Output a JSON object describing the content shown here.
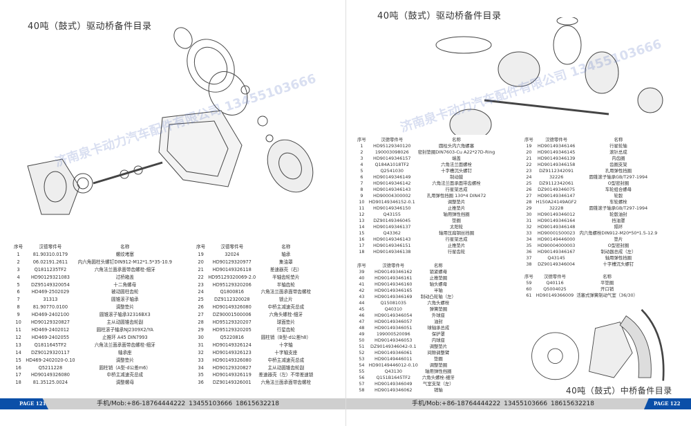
{
  "left_page": {
    "title": "40吨（鼓式）驱动桥备件目录",
    "headers": [
      "序号",
      "汉德零件号",
      "名称"
    ],
    "table_a": [
      [
        "1",
        "81.90310.0179",
        "螺纹堵塞"
      ],
      [
        "2",
        "06.02191.2611",
        "内六角圆柱头螺钉DIN912-M12*1.5*35-10.9"
      ],
      [
        "3",
        "Q1811235TF2",
        "六角法兰面承面带齿螺栓-细牙"
      ],
      [
        "4",
        "HD90129321083",
        "过桥箱盖"
      ],
      [
        "5",
        "DZ95149320054",
        "十二角螺母"
      ],
      [
        "6",
        "HD469-2502029",
        "被动圆柱齿轮"
      ],
      [
        "7",
        "31313",
        "圆锥滚子轴承"
      ],
      [
        "8",
        "81.90770.0100",
        "调整垫片"
      ],
      [
        "9",
        "HD469-2402100",
        "圆锥滚子轴承32316BX3"
      ],
      [
        "10",
        "HD90129320827",
        "主从动圆锥齿轮副"
      ],
      [
        "11",
        "HD469-2402012",
        "圆柱滚子轴承NJ2309X2/YA"
      ],
      [
        "12",
        "HD469-2402055",
        "止推环 A45 DIN7993"
      ],
      [
        "13",
        "Q1811645TF2",
        "六角法兰面承面带齿螺栓-细牙"
      ],
      [
        "14",
        "DZ90129320117",
        "轴承座"
      ],
      [
        "15",
        "HD469-2402020-0.10",
        "调整垫片"
      ],
      [
        "16",
        "Q5211228",
        "圆柱销（A型-d公差m6）"
      ],
      [
        "17",
        "HD90149326080",
        "中桥主减速壳总成"
      ],
      [
        "18",
        "81.35125.0024",
        "调整螺母"
      ]
    ],
    "table_b": [
      [
        "19",
        "32024",
        "轴承"
      ],
      [
        "20",
        "HD90129320977",
        "集油罩"
      ],
      [
        "21",
        "HD90149326118",
        "差速器壳（右）"
      ],
      [
        "22",
        "HD95129320069-2.0",
        "半轴齿轮垫片"
      ],
      [
        "23",
        "HD95129320206",
        "半轴齿轮"
      ],
      [
        "24",
        "Q1800816",
        "六角法兰面承面带齿螺栓"
      ],
      [
        "25",
        "DZ9112320028",
        "锁止片"
      ],
      [
        "26",
        "HD90149326080",
        "中桥主减速壳总成"
      ],
      [
        "27",
        "DZ90001500006",
        "六角头螺栓-细牙"
      ],
      [
        "28",
        "HD95129320207",
        "球面垫片"
      ],
      [
        "29",
        "HD95129320205",
        "行星齿轮"
      ],
      [
        "30",
        "Q5220816",
        "圆柱销（B型-d公差h8）"
      ],
      [
        "31",
        "HD90149326124",
        "十字轴"
      ],
      [
        "32",
        "HD90149326123",
        "十字轴支座"
      ],
      [
        "33",
        "HD90149326080",
        "中桥主减速壳总成"
      ],
      [
        "34",
        "HD90129320827",
        "主从动圆锥齿轮副"
      ],
      [
        "35",
        "HD90149326119",
        "差速器壳（左）不带差速锁"
      ],
      [
        "36",
        "DZ90149326001",
        "六角法兰面承面带齿螺栓"
      ]
    ],
    "page_label": "PAGE 121",
    "mobile": "手机/Mob:+86-18764444222   13455103666   18615632218"
  },
  "right_page": {
    "title": "40吨（鼓式）驱动桥备件目录",
    "bottom_title": "40吨（鼓式）中桥备件目录",
    "headers": [
      "序号",
      "汉德零件号",
      "名称"
    ],
    "table_a": [
      [
        "1",
        "HD95129340120",
        "圆柱头内六角螺塞"
      ],
      [
        "2",
        "190003098026",
        "密封垫圈DIN7603-Cu A22*27D-Ring"
      ],
      [
        "3",
        "HD90149346157",
        "端盖"
      ],
      [
        "4",
        "Q184A1018TF2",
        "六角法兰面螺栓"
      ],
      [
        "5",
        "Q2541030",
        "十字槽沉头螺钉"
      ],
      [
        "6",
        "HD90149346149",
        "制动鼓"
      ],
      [
        "7",
        "HD90149346142",
        "六角法兰面承面带齿螺栓"
      ],
      [
        "8",
        "HD90149346143",
        "行星架总成"
      ],
      [
        "9",
        "HD90004300002",
        "孔用弹性挡圈 130*4 DIN472"
      ],
      [
        "10",
        "HD90149346152-0.1",
        "调整垫片"
      ],
      [
        "11",
        "HD90149346150",
        "止推垫片"
      ],
      [
        "12",
        "Q43155",
        "轴用弹性挡圈"
      ],
      [
        "13",
        "DZ90149346045",
        "垫圈"
      ],
      [
        "14",
        "HD90149346137",
        "太阳轮"
      ],
      [
        "15",
        "Q43362",
        "轴用压扁钢丝挡圈"
      ],
      [
        "16",
        "HD90149346143",
        "行星架总成"
      ],
      [
        "17",
        "HD90149346151",
        "止推垫片"
      ],
      [
        "18",
        "HD90149346138",
        "行星齿轮"
      ]
    ],
    "table_b": [
      [
        "19",
        "HD90149346146",
        "行星轮轴"
      ],
      [
        "20",
        "HD90149346145",
        "滚针总成"
      ],
      [
        "21",
        "HD90149346139",
        "内齿圈"
      ],
      [
        "22",
        "HD90149346158",
        "齿圈支架"
      ],
      [
        "23",
        "DZ9112342091",
        "孔用弹性挡圈"
      ],
      [
        "24",
        "32226",
        "圆锥滚子轴承GB/T297-1994"
      ],
      [
        "25",
        "DZ9112342061",
        "O型密封圈"
      ],
      [
        "26",
        "DZ90149346075",
        "车轮组合螺母"
      ],
      [
        "27",
        "HD90149346147",
        "轮毂"
      ],
      [
        "28",
        "H150A24149AGF2",
        "车轮螺栓"
      ],
      [
        "29",
        "32228",
        "圆锥滚子轴承GB/T297-1994"
      ],
      [
        "30",
        "HD90149346012",
        "轮毂油封"
      ],
      [
        "31",
        "HD90149346164",
        "挡油罩"
      ],
      [
        "32",
        "HD90149346148",
        "隔环"
      ],
      [
        "33",
        "HD90001500023",
        "内六角螺栓DIN912-M20*50*1.5-12.9"
      ],
      [
        "34",
        "HD90149446000",
        "垫片"
      ],
      [
        "35",
        "HD90004000003",
        "O型密封圈"
      ],
      [
        "36",
        "HD90149346167",
        "制动器总成（左）"
      ],
      [
        "37",
        "Q43145",
        "轴用弹性挡圈"
      ],
      [
        "38",
        "DZ90149346004",
        "十字槽沉头螺钉"
      ]
    ],
    "table_c": [
      [
        "39",
        "HD90149346162",
        "锁紧螺母"
      ],
      [
        "40",
        "HD90149346161",
        "止推垫圈"
      ],
      [
        "41",
        "HD90149346160",
        "轴头螺母"
      ],
      [
        "42",
        "HD90149346165",
        "半轴"
      ],
      [
        "43",
        "HD90149346169",
        "制动凸轮轴（左）"
      ],
      [
        "44",
        "Q15081035",
        "六角头螺栓"
      ],
      [
        "45",
        "Q40310",
        "弹簧垫圈"
      ],
      [
        "46",
        "HD90149346054",
        "外球座"
      ],
      [
        "47",
        "HD90149346057",
        "油封"
      ],
      [
        "48",
        "HD90149346051",
        "球轴承总成"
      ],
      [
        "49",
        "199000520096",
        "保护罩"
      ],
      [
        "50",
        "HD90149346053",
        "内球座"
      ],
      [
        "51",
        "DZ90149346042-0.1",
        "调整垫片"
      ],
      [
        "52",
        "HD90149346061",
        "间隙调整臂"
      ],
      [
        "53",
        "HD90149446011",
        "垫圈"
      ],
      [
        "54",
        "HD90149446012-0.10",
        "调整垫圈"
      ],
      [
        "55",
        "Q43130",
        "轴用弹性挡圈"
      ],
      [
        "56",
        "Q151B1645TF2",
        "六角头螺栓-细牙"
      ],
      [
        "57",
        "HD90149346049",
        "气室支架（左）"
      ],
      [
        "58",
        "HD90149346062",
        "销轴"
      ]
    ],
    "table_d": [
      [
        "59",
        "Q40116",
        "平垫圈"
      ],
      [
        "60",
        "Q5004025",
        "开口销"
      ],
      [
        "61",
        "HD90149366009",
        "活塞式弹簧制动气室（36/30）"
      ]
    ],
    "page_label": "PAGE 122",
    "mobile": "手机/Mob:+86-18764444222   13455103666   18615632218"
  },
  "watermark": "济南泉卡动力汽车配件有限公司 13455103666"
}
